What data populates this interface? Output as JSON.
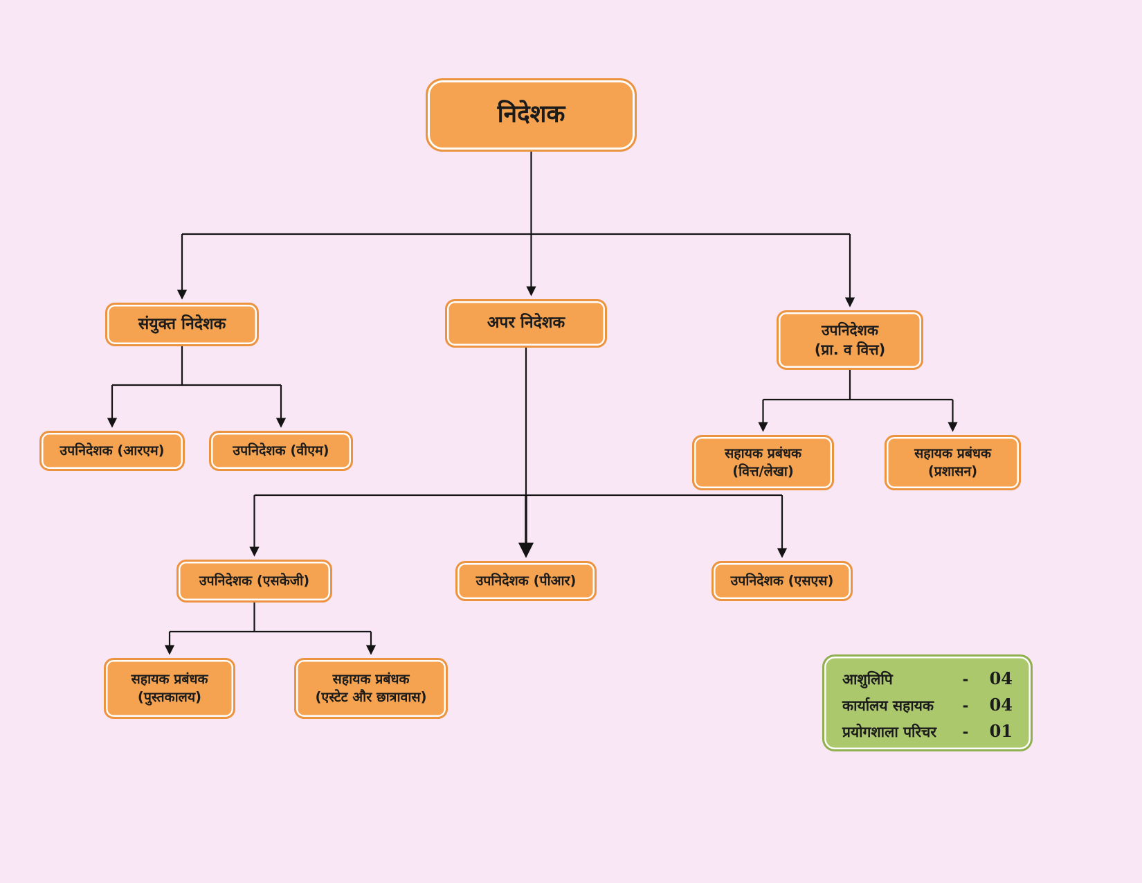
{
  "chart": {
    "type": "org-chart",
    "nodes": {
      "director": {
        "label": "निदेशक"
      },
      "joint_director": {
        "label": "संयुक्त निदेशक"
      },
      "additional_director": {
        "label": "अपर निदेशक"
      },
      "deputy_director_pf": {
        "line1": "उपनिदेशक",
        "line2": "(प्रा. व वित्त)"
      },
      "deputy_director_rm": {
        "label": "उपनिदेशक (आरएम)"
      },
      "deputy_director_vm": {
        "label": "उपनिदेशक (वीएम)"
      },
      "asst_manager_fin": {
        "line1": "सहायक प्रबंधक",
        "line2": "(वित्त/लेखा)"
      },
      "asst_manager_admin": {
        "line1": "सहायक प्रबंधक",
        "line2": "(प्रशासन)"
      },
      "deputy_director_skg": {
        "label": "उपनिदेशक (एसकेजी)"
      },
      "deputy_director_pr": {
        "label": "उपनिदेशक (पीआर)"
      },
      "deputy_director_ss": {
        "label": "उपनिदेशक (एसएस)"
      },
      "asst_manager_lib": {
        "line1": "सहायक प्रबंधक",
        "line2": "(पुस्तकालय)"
      },
      "asst_manager_estate": {
        "line1": "सहायक प्रबंधक",
        "line2": "(एस्टेट और छात्रावास)"
      }
    },
    "edges": [
      [
        "director",
        "joint_director"
      ],
      [
        "director",
        "additional_director"
      ],
      [
        "director",
        "deputy_director_pf"
      ],
      [
        "joint_director",
        "deputy_director_rm"
      ],
      [
        "joint_director",
        "deputy_director_vm"
      ],
      [
        "deputy_director_pf",
        "asst_manager_fin"
      ],
      [
        "deputy_director_pf",
        "asst_manager_admin"
      ],
      [
        "additional_director",
        "deputy_director_skg"
      ],
      [
        "additional_director",
        "deputy_director_pr"
      ],
      [
        "additional_director",
        "deputy_director_ss"
      ],
      [
        "deputy_director_skg",
        "asst_manager_lib"
      ],
      [
        "deputy_director_skg",
        "asst_manager_estate"
      ]
    ],
    "legend": {
      "items": [
        {
          "label": "आशुलिपि",
          "sep": "-",
          "value": "04"
        },
        {
          "label": "कार्यालय सहायक",
          "sep": "-",
          "value": "04"
        },
        {
          "label": "प्रयोगशाला परिचर",
          "sep": "-",
          "value": "01"
        }
      ]
    },
    "colors": {
      "background": "#fae7f5",
      "node_fill": "#f5a350",
      "node_border": "#ec9340",
      "legend_fill": "#abc86d",
      "legend_border": "#8fae4d",
      "line": "#141414",
      "text": "#1b1b1b"
    }
  }
}
